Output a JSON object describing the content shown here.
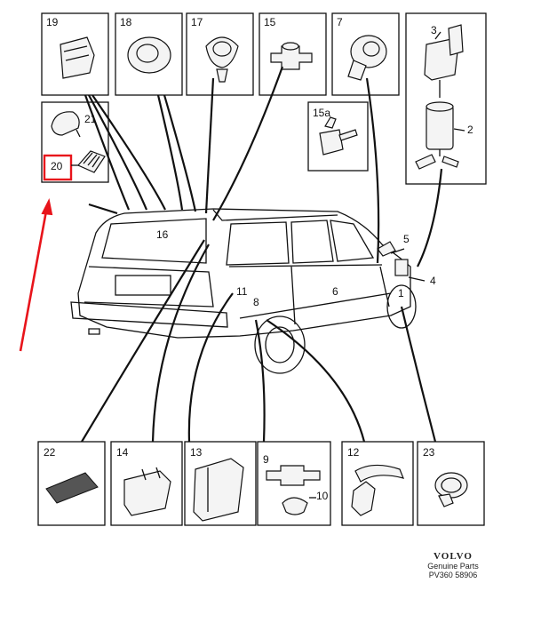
{
  "callouts": {
    "p19": "19",
    "p18": "18",
    "p17": "17",
    "p15": "15",
    "p7": "7",
    "p3": "3",
    "p2": "2",
    "p21": "21",
    "p20": "20",
    "p15a": "15a",
    "p16": "16",
    "p5": "5",
    "p4": "4",
    "p1": "1",
    "p6": "6",
    "p11": "11",
    "p8": "8",
    "p22": "22",
    "p14": "14",
    "p13": "13",
    "p9": "9",
    "p10": "10",
    "p12": "12",
    "p23": "23"
  },
  "brand": {
    "name": "VOLVO",
    "line1": "Genuine Parts",
    "line2": "PV360 58906"
  },
  "highlight": {
    "target": "20",
    "color": "#e8141b"
  }
}
